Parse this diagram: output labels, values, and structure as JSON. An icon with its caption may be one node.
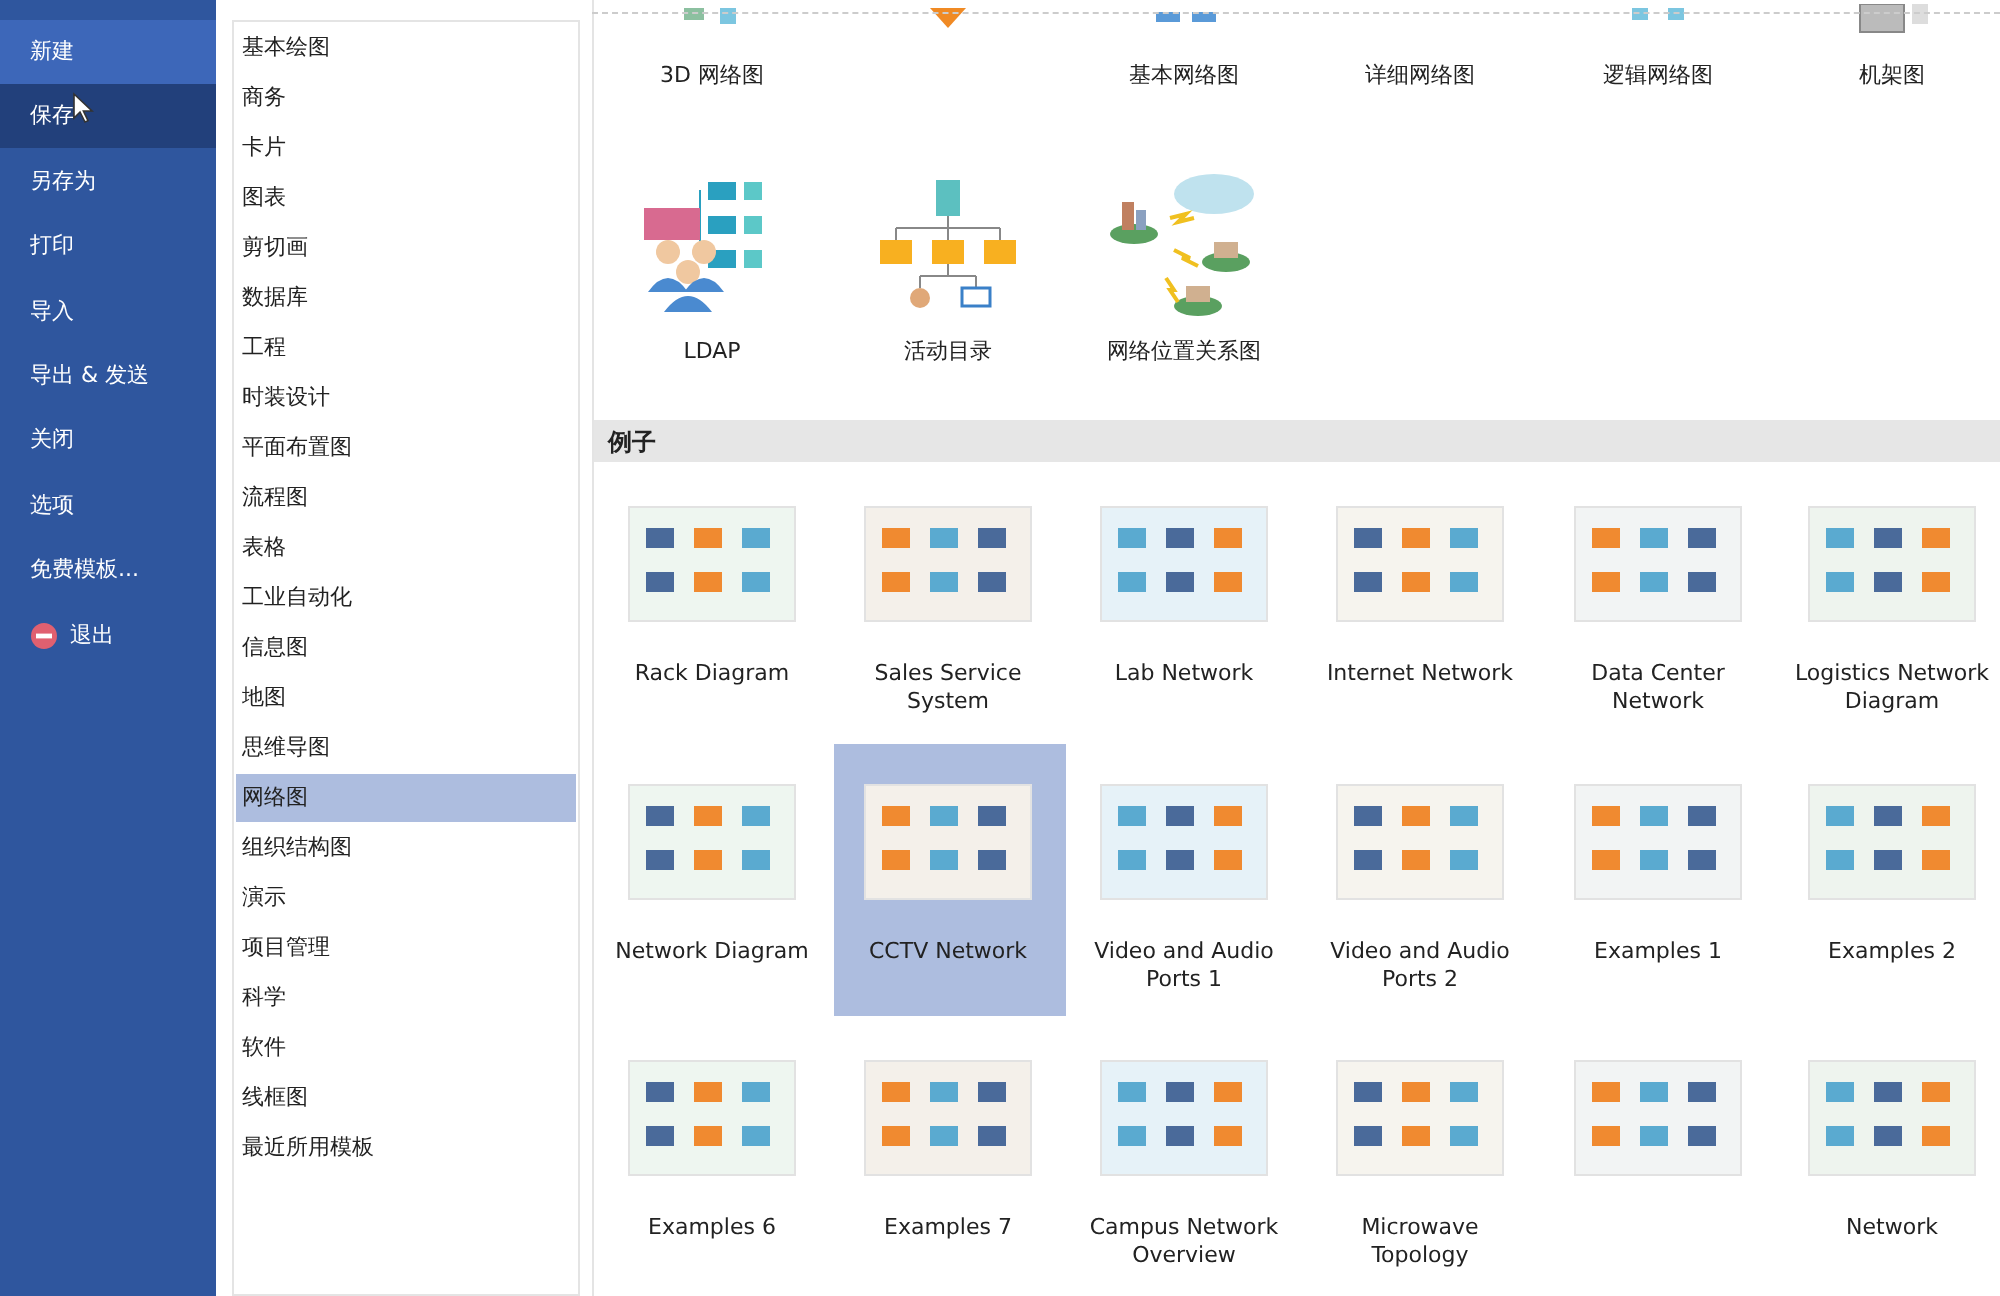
{
  "diagram": {
    "labels": [
      "新建",
      "保存",
      "另存为",
      "打印",
      "导入",
      "导出 & 发送",
      "关闭",
      "选项",
      "免费模板...",
      "退出",
      "基本绘图",
      "商务",
      "卡片",
      "图表",
      "剪切画",
      "数据库",
      "工程",
      "时装设计",
      "平面布置图",
      "流程图",
      "表格",
      "工业自动化",
      "信息图",
      "地图",
      "思维导图",
      "网络图",
      "组织结构图",
      "演示",
      "项目管理",
      "科学",
      "软件",
      "线框图",
      "最近所用模板",
      "3D 网络图",
      "基本网络图",
      "详细网络图",
      "逻辑网络图",
      "机架图",
      "LDAP",
      "活动目录",
      "网络位置关系图",
      "例子",
      "Rack Diagram",
      "Sales Service System",
      "Lab Network",
      "Internet Network",
      "Data Center Network",
      "Logistics Network Diagram",
      "Network Diagram",
      "CCTV Network",
      "Video and Audio Ports 1",
      "Video and Audio Ports 2",
      "Examples 1",
      "Examples 2",
      "Examples 6",
      "Examples 7",
      "Campus Network Overview",
      "Microwave Topology",
      "Network"
    ]
  }
}
